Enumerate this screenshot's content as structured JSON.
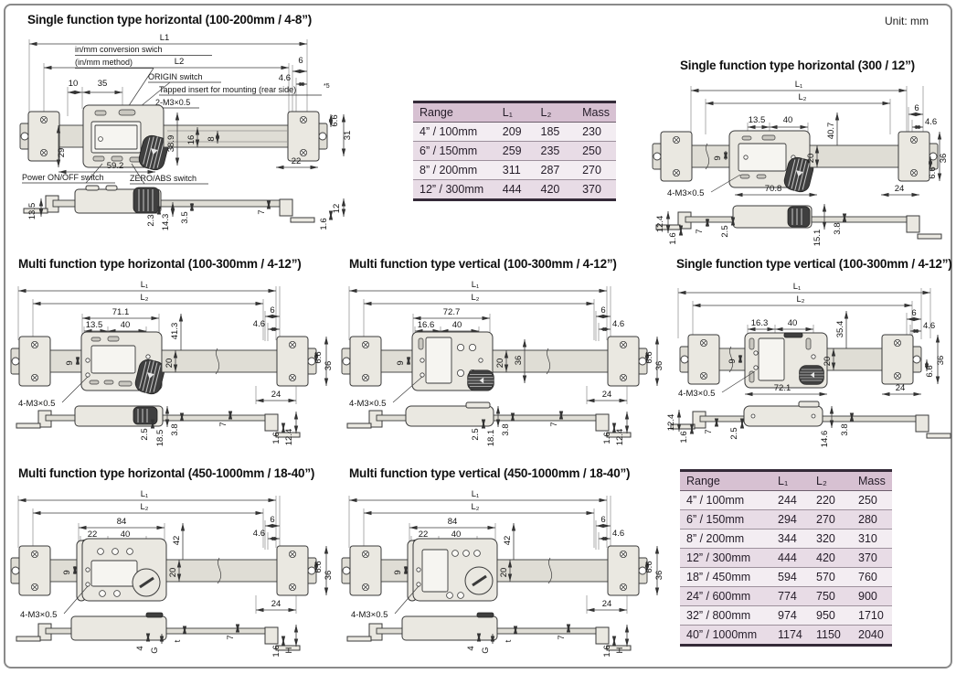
{
  "page": {
    "unit_label": "Unit: mm"
  },
  "sections": {
    "d1": {
      "title": "Single function type horizontal (100-200mm / 4-8”)",
      "labels": {
        "l1": "L1",
        "l2": "L2",
        "inmm1": "in/mm conversion swich",
        "inmm2": "(in/mm method)",
        "origin": "ORIGIN switch",
        "tapped": "Tapped insert for mounting (rear side)",
        "tapped_ref": "*5",
        "thread": "2-M3×0.5",
        "power": "Power ON/OFF switch",
        "zeroabs": "ZERO/ABS switch",
        "d10": "10",
        "d35": "35",
        "d6": "6",
        "d46": "4.6",
        "d66": "6.6",
        "d31": "31",
        "d29": "29",
        "d592": "59.2",
        "d389": "38.9",
        "d16": "16",
        "d8": "8",
        "d22": "22",
        "s135": "13.5",
        "s23": "2.3",
        "s143": "14.3",
        "s35": "3.5",
        "s7": "7",
        "s12": "12",
        "s16": "1.6"
      }
    },
    "d2": {
      "title": "Single function type horizontal (300 / 12”)",
      "labels": {
        "l1": "L₁",
        "l2": "L₂",
        "d135": "13.5",
        "d40": "40",
        "d407": "40.7",
        "d6": "6",
        "d46": "4.6",
        "d9": "9",
        "d20": "20",
        "d36": "36",
        "d66": "6.6",
        "d708": "70.8",
        "d24": "24",
        "thread": "4-M3×0.5",
        "s124": "12.4",
        "s16": "1.6",
        "s7": "7",
        "s25": "2.5",
        "s151": "15.1",
        "s38": "3.8"
      }
    },
    "d3": {
      "title": "Multi function type horizontal (100-300mm / 4-12”)",
      "labels": {
        "l1": "L₁",
        "l2": "L₂",
        "d711": "71.1",
        "d135": "13.5",
        "d40": "40",
        "d413": "41.3",
        "d6": "6",
        "d46": "4.6",
        "d9": "9",
        "d20": "20",
        "d66": "6.6",
        "d36": "36",
        "d24": "24",
        "thread": "4-M3×0.5",
        "s25": "2.5",
        "s185": "18.5",
        "s38": "3.8",
        "s7": "7",
        "s16": "1.6",
        "s124": "12.4"
      }
    },
    "d4": {
      "title": "Multi function type vertical (100-300mm / 4-12”)",
      "labels": {
        "l1": "L₁",
        "l2": "L₂",
        "d727": "72.7",
        "d166": "16.6",
        "d40": "40",
        "d6": "6",
        "d46": "4.6",
        "d9": "9",
        "d20": "20",
        "d36m": "36",
        "d66": "6.6",
        "d36r": "36",
        "d24": "24",
        "thread": "4-M3×0.5",
        "s25": "2.5",
        "s181": "18.1",
        "s38": "3.8",
        "s7": "7",
        "s16": "1.6",
        "s124": "12.4"
      }
    },
    "d5": {
      "title": "Single function type vertical (100-300mm / 4-12”)",
      "labels": {
        "l1": "L₁",
        "l2": "L₂",
        "d163": "16.3",
        "d40": "40",
        "d354": "35.4",
        "d6": "6",
        "d46": "4.6",
        "d9": "9",
        "d20": "20",
        "d36": "36",
        "d66": "6.6",
        "d721": "72.1",
        "d24": "24",
        "thread": "4-M3×0.5",
        "s124": "12.4",
        "s16": "1.6",
        "s7": "7",
        "s25": "2.5",
        "s146": "14.6",
        "s38": "3.8"
      }
    },
    "d6": {
      "title": "Multi function type horizontal (450-1000mm / 18-40”)",
      "labels": {
        "l1": "L₁",
        "l2": "L₂",
        "d84": "84",
        "d22": "22",
        "d40": "40",
        "d42": "42",
        "d6": "6",
        "d46": "4.6",
        "d9": "9",
        "d20": "20",
        "d66": "6.6",
        "d36": "36",
        "d24": "24",
        "thread": "4-M3×0.5",
        "s4": "4",
        "sg": "G",
        "st": "t",
        "s7": "7",
        "s16": "1.6",
        "sh": "H"
      }
    },
    "d7": {
      "title": "Multi function type vertical (450-1000mm / 18-40”)",
      "labels": {
        "l1": "L₁",
        "l2": "L₂",
        "d84": "84",
        "d22": "22",
        "d40": "40",
        "d42": "42",
        "d6": "6",
        "d46": "4.6",
        "d9": "9",
        "d20": "20",
        "d66": "6.6",
        "d36": "36",
        "d24": "24",
        "thread": "4-M3×0.5",
        "s4": "4",
        "sg": "G",
        "st": "t",
        "s7": "7",
        "s16": "1.6",
        "sh": "H"
      }
    }
  },
  "tables": {
    "t1": {
      "headers": [
        "Range",
        "L₁",
        "L₂",
        "Mass"
      ],
      "rows": [
        [
          "4” / 100mm",
          "209",
          "185",
          "230"
        ],
        [
          "6” / 150mm",
          "259",
          "235",
          "250"
        ],
        [
          "8” / 200mm",
          "311",
          "287",
          "270"
        ],
        [
          "12” / 300mm",
          "444",
          "420",
          "370"
        ]
      ]
    },
    "t2": {
      "headers": [
        "Range",
        "L₁",
        "L₂",
        "Mass"
      ],
      "rows": [
        [
          "4” / 100mm",
          "244",
          "220",
          "250"
        ],
        [
          "6” / 150mm",
          "294",
          "270",
          "280"
        ],
        [
          "8” / 200mm",
          "344",
          "320",
          "310"
        ],
        [
          "12” / 300mm",
          "444",
          "420",
          "370"
        ],
        [
          "18” / 450mm",
          "594",
          "570",
          "760"
        ],
        [
          "24” / 600mm",
          "774",
          "750",
          "900"
        ],
        [
          "32” / 800mm",
          "974",
          "950",
          "1710"
        ],
        [
          "40” / 1000mm",
          "1174",
          "1150",
          "2040"
        ]
      ]
    }
  }
}
